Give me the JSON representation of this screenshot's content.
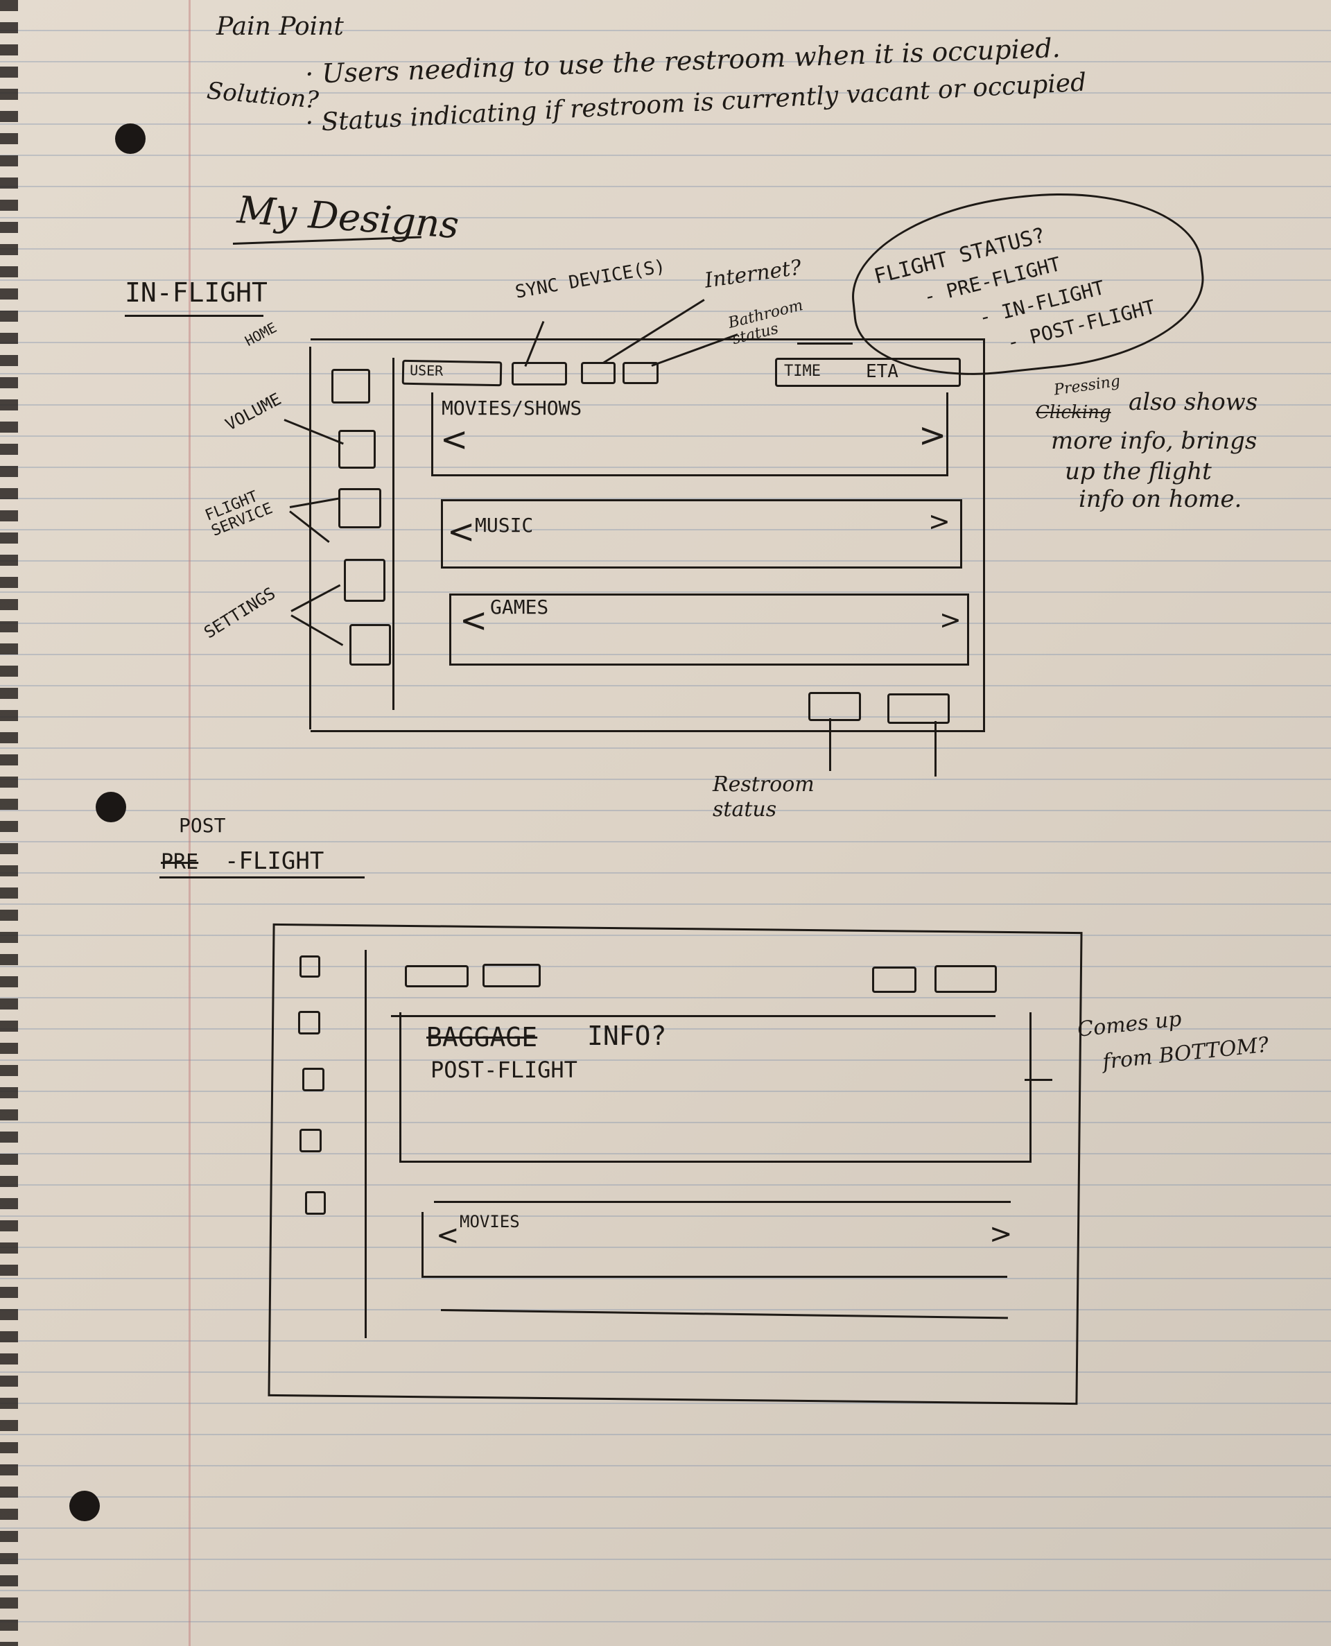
{
  "header": {
    "pain_point_label": "Pain Point",
    "pain_point_text": "· Users needing to use the restroom when it is occupied.",
    "solution_label": "Solution?",
    "solution_text": "· Status indicating if restroom is currently vacant or occupied",
    "section_title": "My Designs"
  },
  "inflight": {
    "label": "IN-FLIGHT",
    "side_labels": {
      "home": "HOME",
      "volume": "VOLUME",
      "flight_service": "FLIGHT SERVICE",
      "settings": "SETTINGS"
    },
    "top_callouts": {
      "sync_devices": "SYNC DEVICE(S)",
      "internet": "Internet?",
      "bathroom_status": "Bathroom status"
    },
    "flight_status_bubble": {
      "title": "FLIGHT STATUS?",
      "items": [
        "- PRE-FLIGHT",
        "- IN-FLIGHT",
        "- POST-FLIGHT"
      ]
    },
    "topbar": {
      "user_label": "USER",
      "time_label": "TIME",
      "eta_label": "ETA"
    },
    "rows": [
      {
        "label": "MOVIES/SHOWS"
      },
      {
        "label": "MUSIC"
      },
      {
        "label": "GAMES"
      }
    ],
    "right_note": {
      "struck": "Clicking",
      "word": "Pressing",
      "line1": "also shows",
      "line2": "more info, brings",
      "line3": "up the flight",
      "line4": "info on home."
    },
    "restroom_callout": "Restroom status"
  },
  "postflight": {
    "label_top": "POST",
    "label_bottom": "-FLIGHT",
    "label_struck": "PRE",
    "panel_struck": "BAGGAGE",
    "panel_word": "INFO?",
    "panel_sub": "POST-FLIGHT",
    "row_label": "MOVIES",
    "side_note_line1": "Comes up",
    "side_note_line2": "from BOTTOM?"
  },
  "glyphs": {
    "chevron_left": "<",
    "chevron_right": ">"
  }
}
